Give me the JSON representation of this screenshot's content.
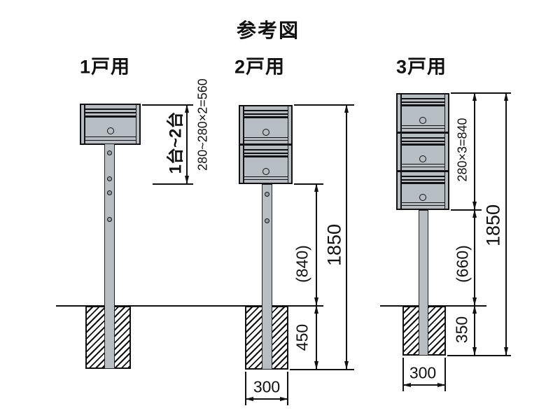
{
  "title": "参考図",
  "figures": {
    "one": {
      "label": "1戸用"
    },
    "two": {
      "label": "2戸用",
      "units_label": "1台~2台",
      "stack_formula": "280~280×2=560",
      "clearance": "(840)",
      "total_height": "1850",
      "embed_depth": "450",
      "foundation_width": "300"
    },
    "three": {
      "label": "3戸用",
      "stack_formula": "280×3=840",
      "clearance": "(660)",
      "total_height": "1850",
      "embed_depth": "350",
      "foundation_width": "300"
    }
  },
  "colors": {
    "box_fill": "#b6bdc3",
    "line": "#111111",
    "background": "#ffffff"
  }
}
